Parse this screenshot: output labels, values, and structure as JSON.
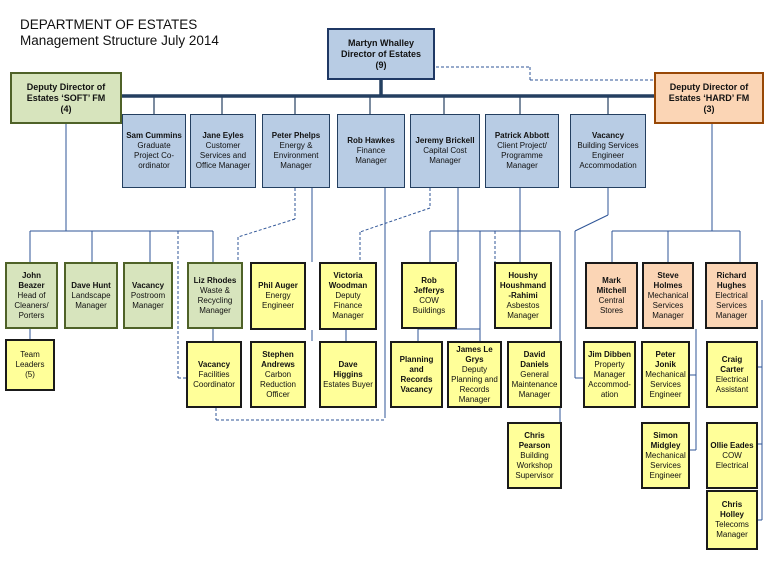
{
  "header": {
    "dept": "DEPARTMENT OF ESTATES",
    "subtitle": "Management Structure July 2014"
  },
  "director": {
    "name": "Martyn Whalley",
    "role": "Director of Estates",
    "count": "(9)"
  },
  "deputy_soft": {
    "line1": "Deputy Director of",
    "line2": "Estates ‘SOFT’ FM",
    "count": "(4)"
  },
  "deputy_hard": {
    "line1": "Deputy Director of",
    "line2": "Estates ‘HARD’ FM",
    "count": "(3)"
  },
  "managers": [
    {
      "name": "Sam Cummins",
      "role": "Graduate Project Co-ordinator"
    },
    {
      "name": "Jane Eyles",
      "role": "Customer Services and Office Manager"
    },
    {
      "name": "Peter Phelps",
      "role": "Energy & Environment Manager"
    },
    {
      "name": "Rob Hawkes",
      "role": "Finance Manager"
    },
    {
      "name": "Jeremy Brickell",
      "role": "Capital Cost Manager"
    },
    {
      "name": "Patrick Abbott",
      "role": "Client Project/ Programme Manager"
    },
    {
      "name": "Vacancy",
      "role": "Building Services Engineer Accommodation"
    }
  ],
  "soft_team": [
    {
      "name": "John Beazer",
      "role": "Head of Cleaners/ Porters"
    },
    {
      "name": "Dave Hunt",
      "role": "Landscape Manager"
    },
    {
      "name": "Vacancy",
      "role": "Postroom Manager"
    },
    {
      "name": "Liz Rhodes",
      "role": "Waste & Recycling Manager"
    }
  ],
  "team_leaders": {
    "name": "Team Leaders",
    "count": "(5)"
  },
  "staff": [
    {
      "name": "Vacancy",
      "role": "Facilities Coordinator"
    },
    {
      "name": "Phil Auger",
      "role": "Energy Engineer"
    },
    {
      "name": "Stephen Andrews",
      "role": "Carbon Reduction Officer"
    },
    {
      "name": "Victoria Woodman",
      "role": "Deputy Finance Manager"
    },
    {
      "name": "Dave Higgins",
      "role": "Estates Buyer"
    },
    {
      "name": "Rob Jefferys",
      "role": "COW Buildings"
    },
    {
      "name": "Planning and Records",
      "role": "Vacancy"
    },
    {
      "name": "James Le Grys",
      "role": "Deputy Planning and Records Manager"
    },
    {
      "name": "Houshy Houshmand -Rahimi",
      "role": "Asbestos Manager"
    },
    {
      "name": "David Daniels",
      "role": "General Maintenance Manager"
    },
    {
      "name": "Chris Pearson",
      "role": "Building Workshop Supervisor"
    }
  ],
  "hard_team": [
    {
      "name": "Mark Mitchell",
      "role": "Central Stores"
    },
    {
      "name": "Steve Holmes",
      "role": "Mechanical Services Manager"
    },
    {
      "name": "Richard Hughes",
      "role": "Electrical Services Manager"
    },
    {
      "name": "Jim Dibben",
      "role": "Property Manager Accommod- ation"
    },
    {
      "name": "Peter Jonik",
      "role": "Mechanical Services Engineer"
    },
    {
      "name": "Simon Midgley",
      "role": "Mechanical Services Engineer"
    },
    {
      "name": "Craig Carter",
      "role": "Electrical Assistant"
    },
    {
      "name": "Ollie Eades",
      "role": "COW Electrical"
    },
    {
      "name": "Chris Holley",
      "role": "Telecoms Manager"
    }
  ]
}
